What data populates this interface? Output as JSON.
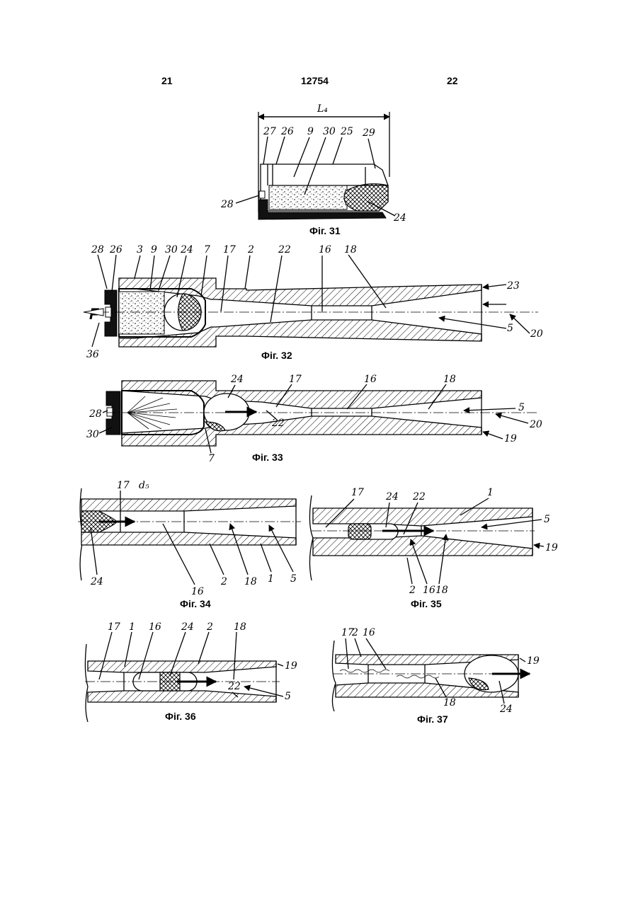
{
  "header": {
    "left_page": "21",
    "patent_number": "12754",
    "right_page": "22"
  },
  "figures": {
    "fig31": {
      "caption": "Фіг. 31",
      "dimension": "L₄",
      "labels": [
        "27",
        "26",
        "9",
        "30",
        "25",
        "29",
        "28",
        "24"
      ]
    },
    "fig32": {
      "caption": "Фіг. 32",
      "force": "F",
      "labels": [
        "28",
        "26",
        "3",
        "9",
        "30",
        "24",
        "7",
        "17",
        "2",
        "22",
        "16",
        "18",
        "23",
        "5",
        "20",
        "36"
      ]
    },
    "fig33": {
      "caption": "Фіг. 33",
      "labels": [
        "24",
        "17",
        "16",
        "18",
        "28",
        "30",
        "22",
        "5",
        "19",
        "20",
        "7"
      ]
    },
    "fig34": {
      "caption": "Фіг. 34",
      "dimension": "d₅",
      "labels": [
        "17",
        "24",
        "16",
        "2",
        "18",
        "1",
        "5"
      ]
    },
    "fig35": {
      "caption": "Фіг. 35",
      "labels": [
        "17",
        "24",
        "22",
        "1",
        "5",
        "19",
        "2",
        "16",
        "18"
      ]
    },
    "fig36": {
      "caption": "Фіг. 36",
      "labels": [
        "17",
        "1",
        "16",
        "24",
        "2",
        "18",
        "19",
        "22",
        "5"
      ]
    },
    "fig37": {
      "caption": "Фіг. 37",
      "labels": [
        "17",
        "2",
        "16",
        "19",
        "18",
        "24"
      ]
    }
  }
}
